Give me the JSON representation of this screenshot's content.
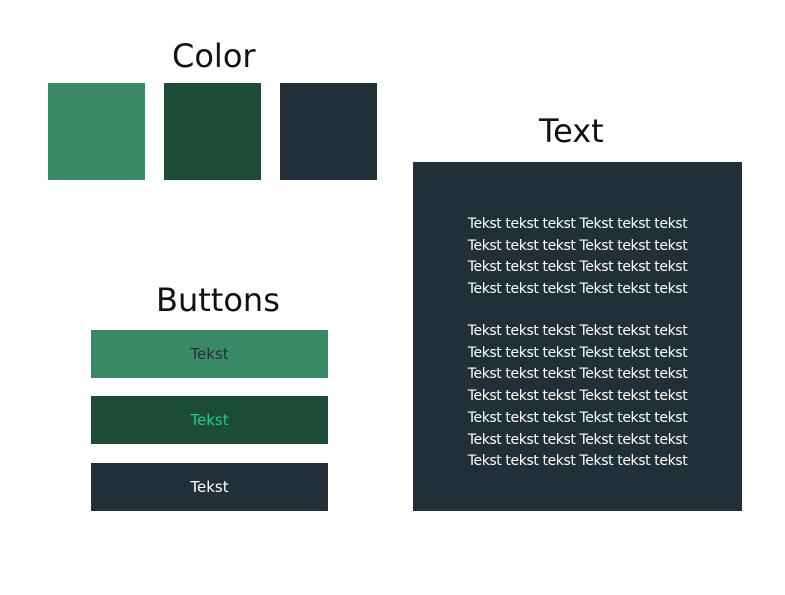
{
  "colors": {
    "green_light": "#3a8a68",
    "green_dark": "#1c4c38",
    "navy": "#202f38",
    "text_dark": "#1f2d36",
    "text_mint": "#22c98a",
    "text_white": "#ffffff"
  },
  "sections": {
    "color_title": "Color",
    "buttons_title": "Buttons",
    "text_title": "Text"
  },
  "buttons": [
    {
      "label": "Tekst"
    },
    {
      "label": "Tekst"
    },
    {
      "label": "Tekst"
    }
  ],
  "text_panel": {
    "paragraph_1": [
      "Tekst tekst tekst Tekst tekst tekst",
      "Tekst tekst tekst Tekst tekst tekst",
      "Tekst tekst tekst Tekst tekst tekst",
      "Tekst tekst tekst Tekst tekst tekst"
    ],
    "paragraph_2": [
      "Tekst tekst tekst Tekst tekst tekst",
      "Tekst tekst tekst Tekst tekst tekst",
      "Tekst tekst tekst Tekst tekst tekst",
      "Tekst tekst tekst Tekst tekst tekst",
      "Tekst tekst tekst Tekst tekst tekst",
      "Tekst tekst tekst Tekst tekst tekst",
      "Tekst tekst tekst Tekst tekst tekst"
    ]
  }
}
